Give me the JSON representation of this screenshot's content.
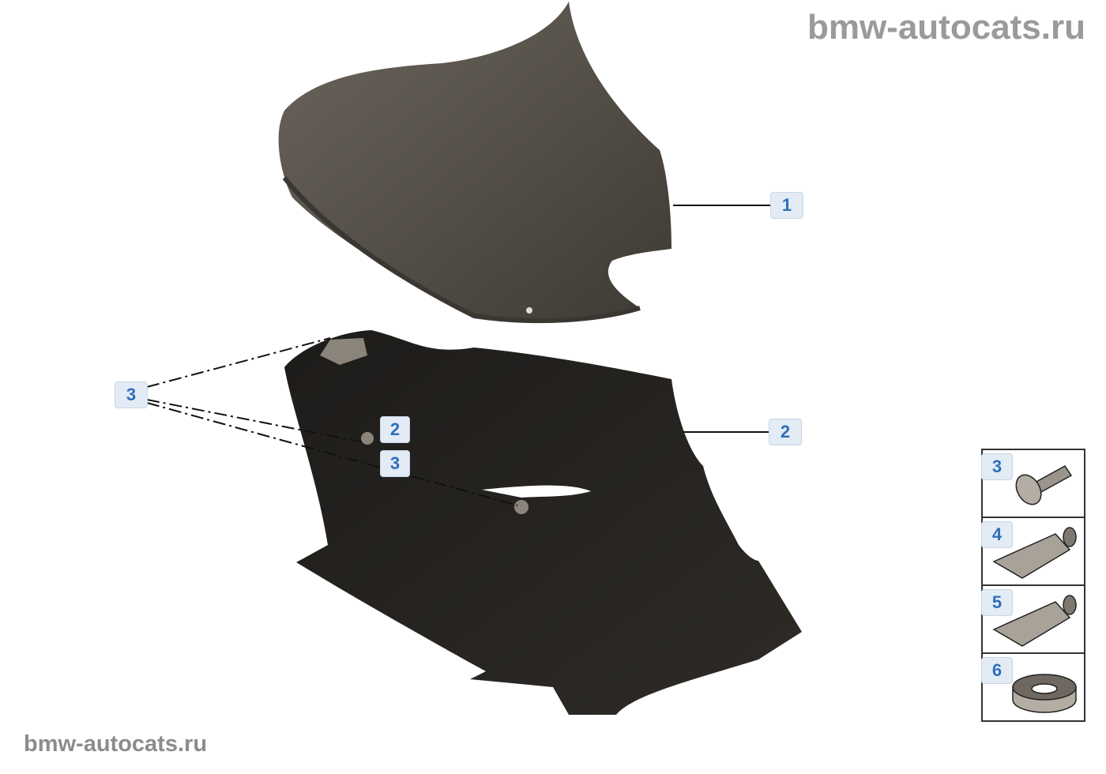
{
  "watermark": {
    "top": "bmw-autocats.ru",
    "bottom": "bmw-autocats.ru"
  },
  "callouts": {
    "part_cover": "1",
    "part_trim": "2",
    "fastener_group": "3",
    "inner_clip": "2",
    "inner_screw": "3"
  },
  "side_panel": [
    {
      "number": "3",
      "icon": "screw-icon"
    },
    {
      "number": "4",
      "icon": "tube-icon"
    },
    {
      "number": "5",
      "icon": "tube-icon"
    },
    {
      "number": "6",
      "icon": "washer-icon"
    }
  ],
  "colors": {
    "callout_text": "#2f6fba",
    "callout_bg": "#e3ebf5",
    "part_dark": "#2b2824",
    "part_cover": "#5a544c"
  }
}
